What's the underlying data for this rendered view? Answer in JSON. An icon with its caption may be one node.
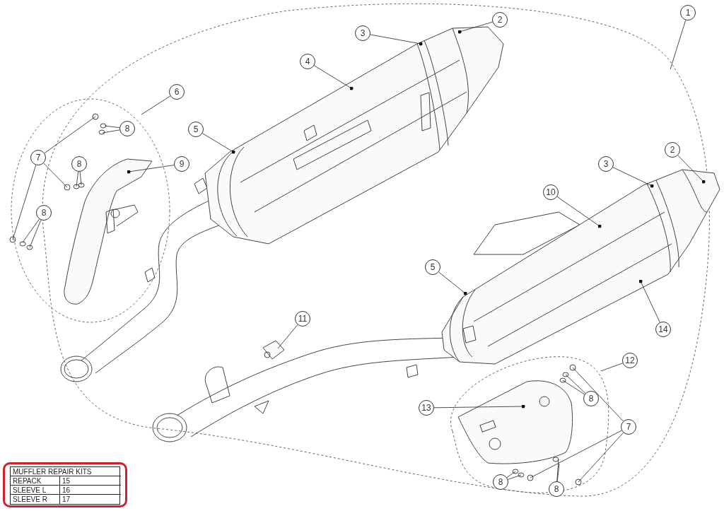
{
  "diagram": {
    "nodes": [
      {
        "text": [
          "1"
        ]
      },
      {
        "text": [
          "2"
        ]
      },
      {
        "text": [
          "3"
        ]
      },
      {
        "text": [
          "4"
        ]
      },
      {
        "text": [
          "5"
        ]
      },
      {
        "text": [
          "6"
        ]
      },
      {
        "text": [
          "7"
        ]
      },
      {
        "text": [
          "8"
        ]
      },
      {
        "text": [
          "8"
        ]
      },
      {
        "text": [
          "9"
        ]
      },
      {
        "text": [
          "8"
        ]
      },
      {
        "text": [
          "2"
        ]
      },
      {
        "text": [
          "3"
        ]
      },
      {
        "text": [
          "10"
        ]
      },
      {
        "text": [
          "5"
        ]
      },
      {
        "text": [
          "14"
        ]
      },
      {
        "text": [
          "11"
        ]
      },
      {
        "text": [
          "12"
        ]
      },
      {
        "text": [
          "8"
        ]
      },
      {
        "text": [
          "13"
        ]
      },
      {
        "text": [
          "7"
        ]
      },
      {
        "text": [
          "8"
        ]
      },
      {
        "text": [
          "8"
        ]
      }
    ],
    "edges": [
      {
        "from": 0,
        "to": null,
        "arrow": "none"
      },
      {
        "from": 1,
        "to": null,
        "arrow": "other"
      },
      {
        "from": 2,
        "to": null,
        "arrow": "other"
      },
      {
        "from": 3,
        "to": null,
        "arrow": "other"
      },
      {
        "from": 4,
        "to": null,
        "arrow": "other"
      },
      {
        "from": 5,
        "to": null,
        "arrow": "none"
      },
      {
        "from": 6,
        "to": null,
        "arrow": "none"
      },
      {
        "from": 6,
        "to": null,
        "arrow": "none"
      },
      {
        "from": 6,
        "to": null,
        "arrow": "none"
      },
      {
        "from": 7,
        "to": null,
        "arrow": "none"
      },
      {
        "from": 7,
        "to": null,
        "arrow": "none"
      },
      {
        "from": 8,
        "to": null,
        "arrow": "none"
      },
      {
        "from": 8,
        "to": null,
        "arrow": "none"
      },
      {
        "from": 9,
        "to": null,
        "arrow": "other"
      },
      {
        "from": 10,
        "to": null,
        "arrow": "none"
      },
      {
        "from": 10,
        "to": null,
        "arrow": "none"
      },
      {
        "from": 11,
        "to": null,
        "arrow": "other"
      },
      {
        "from": 12,
        "to": null,
        "arrow": "other"
      },
      {
        "from": 13,
        "to": null,
        "arrow": "other"
      },
      {
        "from": 14,
        "to": null,
        "arrow": "other"
      },
      {
        "from": 15,
        "to": null,
        "arrow": "other"
      },
      {
        "from": 16,
        "to": null,
        "arrow": "none"
      },
      {
        "from": 17,
        "to": null,
        "arrow": "none"
      },
      {
        "from": 18,
        "to": null,
        "arrow": "none"
      },
      {
        "from": 18,
        "to": null,
        "arrow": "none"
      },
      {
        "from": 19,
        "to": null,
        "arrow": "other"
      },
      {
        "from": 20,
        "to": null,
        "arrow": "none"
      },
      {
        "from": 20,
        "to": null,
        "arrow": "none"
      },
      {
        "from": 20,
        "to": null,
        "arrow": "none"
      },
      {
        "from": 21,
        "to": null,
        "arrow": "none"
      },
      {
        "from": 21,
        "to": null,
        "arrow": "none"
      },
      {
        "from": 22,
        "to": null,
        "arrow": "none"
      },
      {
        "from": 22,
        "to": null,
        "arrow": "none"
      }
    ],
    "labels": [
      "MUFFLER REPAIR KITS",
      "REPACK",
      "15",
      "SLEEVE L",
      "16",
      "SLEEVE R",
      "17"
    ]
  }
}
